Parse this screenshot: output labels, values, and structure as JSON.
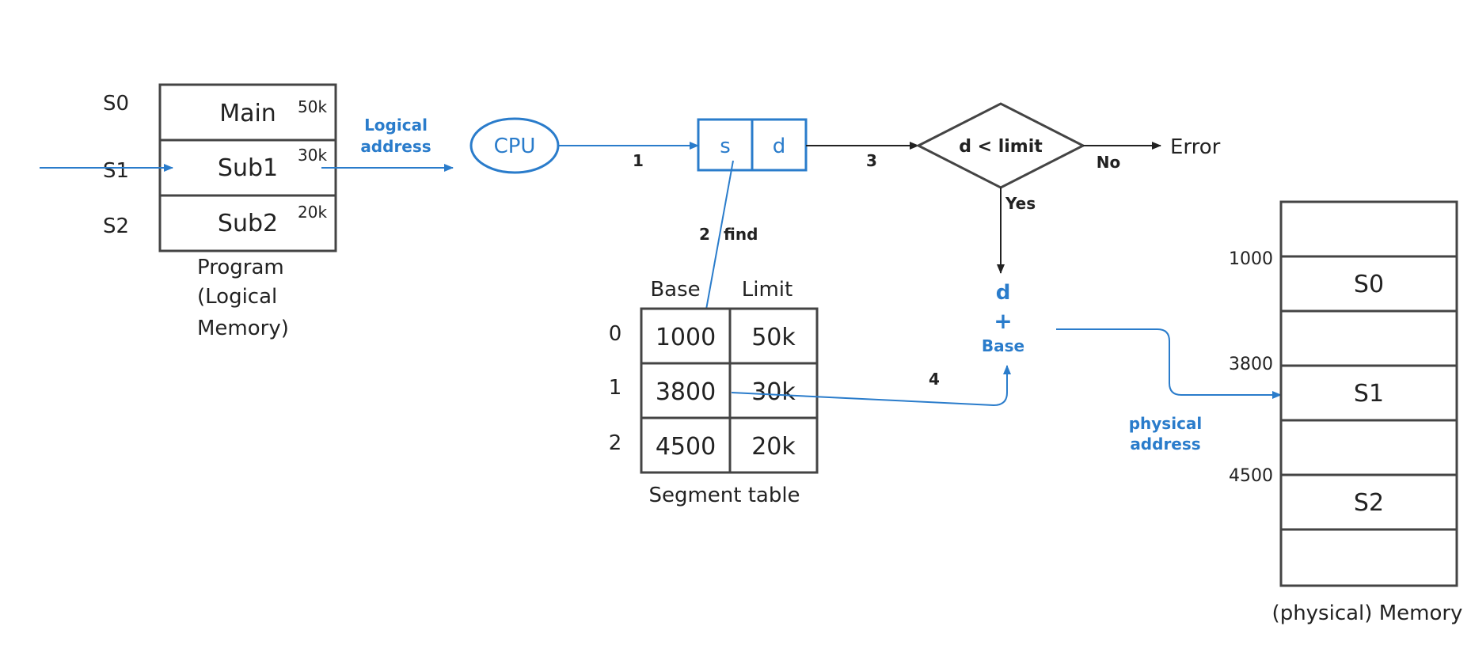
{
  "program": {
    "segments": [
      {
        "label": "S0",
        "name": "Main",
        "size": "50k"
      },
      {
        "label": "S1",
        "name": "Sub1",
        "size": "30k"
      },
      {
        "label": "S2",
        "name": "Sub2",
        "size": "20k"
      }
    ],
    "caption_line1": "Program",
    "caption_line2": "(Logical",
    "caption_line3": "Memory)"
  },
  "logical_address": {
    "line1": "Logical",
    "line2": "address"
  },
  "cpu": {
    "label": "CPU"
  },
  "address_fields": {
    "s": "s",
    "d": "d"
  },
  "steps": {
    "step1": "1",
    "step2": "2",
    "step2_text": "find",
    "step3": "3",
    "step4": "4"
  },
  "decision": {
    "label": "d < limit",
    "no": "No",
    "yes": "Yes",
    "error": "Error"
  },
  "sum_node": {
    "d": "d",
    "plus": "+",
    "base": "Base"
  },
  "segment_table": {
    "headers": [
      "Base",
      "Limit"
    ],
    "rows": [
      {
        "index": "0",
        "base": "1000",
        "limit": "50k"
      },
      {
        "index": "1",
        "base": "3800",
        "limit": "30k"
      },
      {
        "index": "2",
        "base": "4500",
        "limit": "20k"
      }
    ],
    "caption": "Segment table"
  },
  "physical_address": {
    "line1": "physical",
    "line2": "address"
  },
  "memory": {
    "blocks": [
      "",
      "S0",
      "",
      "S1",
      "",
      "S2",
      ""
    ],
    "addresses": [
      "1000",
      "3800",
      "4500"
    ],
    "caption": "(physical) Memory"
  },
  "colors": {
    "accent": "#2a7ccb",
    "ink": "#222222",
    "border": "#444444"
  }
}
